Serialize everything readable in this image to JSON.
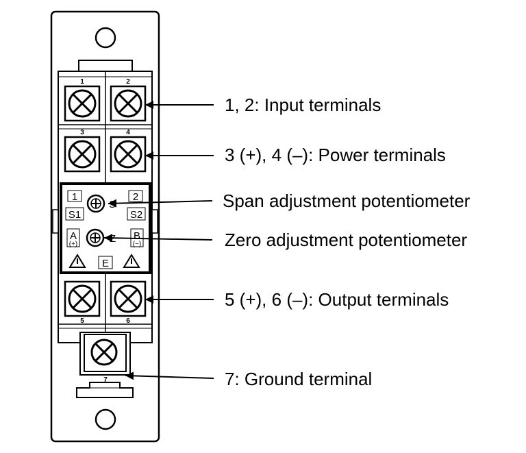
{
  "callouts": [
    {
      "text": "1, 2: Input terminals"
    },
    {
      "text": "3 (+), 4 (–): Power terminals"
    },
    {
      "text": "Span adjustment potentiometer"
    },
    {
      "text": "Zero adjustment potentiometer"
    },
    {
      "text": "5 (+), 6 (–): Output terminals"
    },
    {
      "text": "7: Ground terminal"
    }
  ],
  "terminal_numbers": [
    "1",
    "2",
    "3",
    "4",
    "5",
    "6",
    "7"
  ],
  "panel_labels": {
    "box_1": "1",
    "box_2": "2",
    "s1": "S1",
    "s2": "S2",
    "s": "S",
    "z": "Z",
    "a": "A",
    "a_sign": "(+)",
    "b": "B",
    "b_sign": "(−)",
    "e": "E"
  },
  "icons": [
    "screw-terminal-icon",
    "potentiometer-icon",
    "warning-triangle-icon",
    "mounting-hole-icon"
  ]
}
